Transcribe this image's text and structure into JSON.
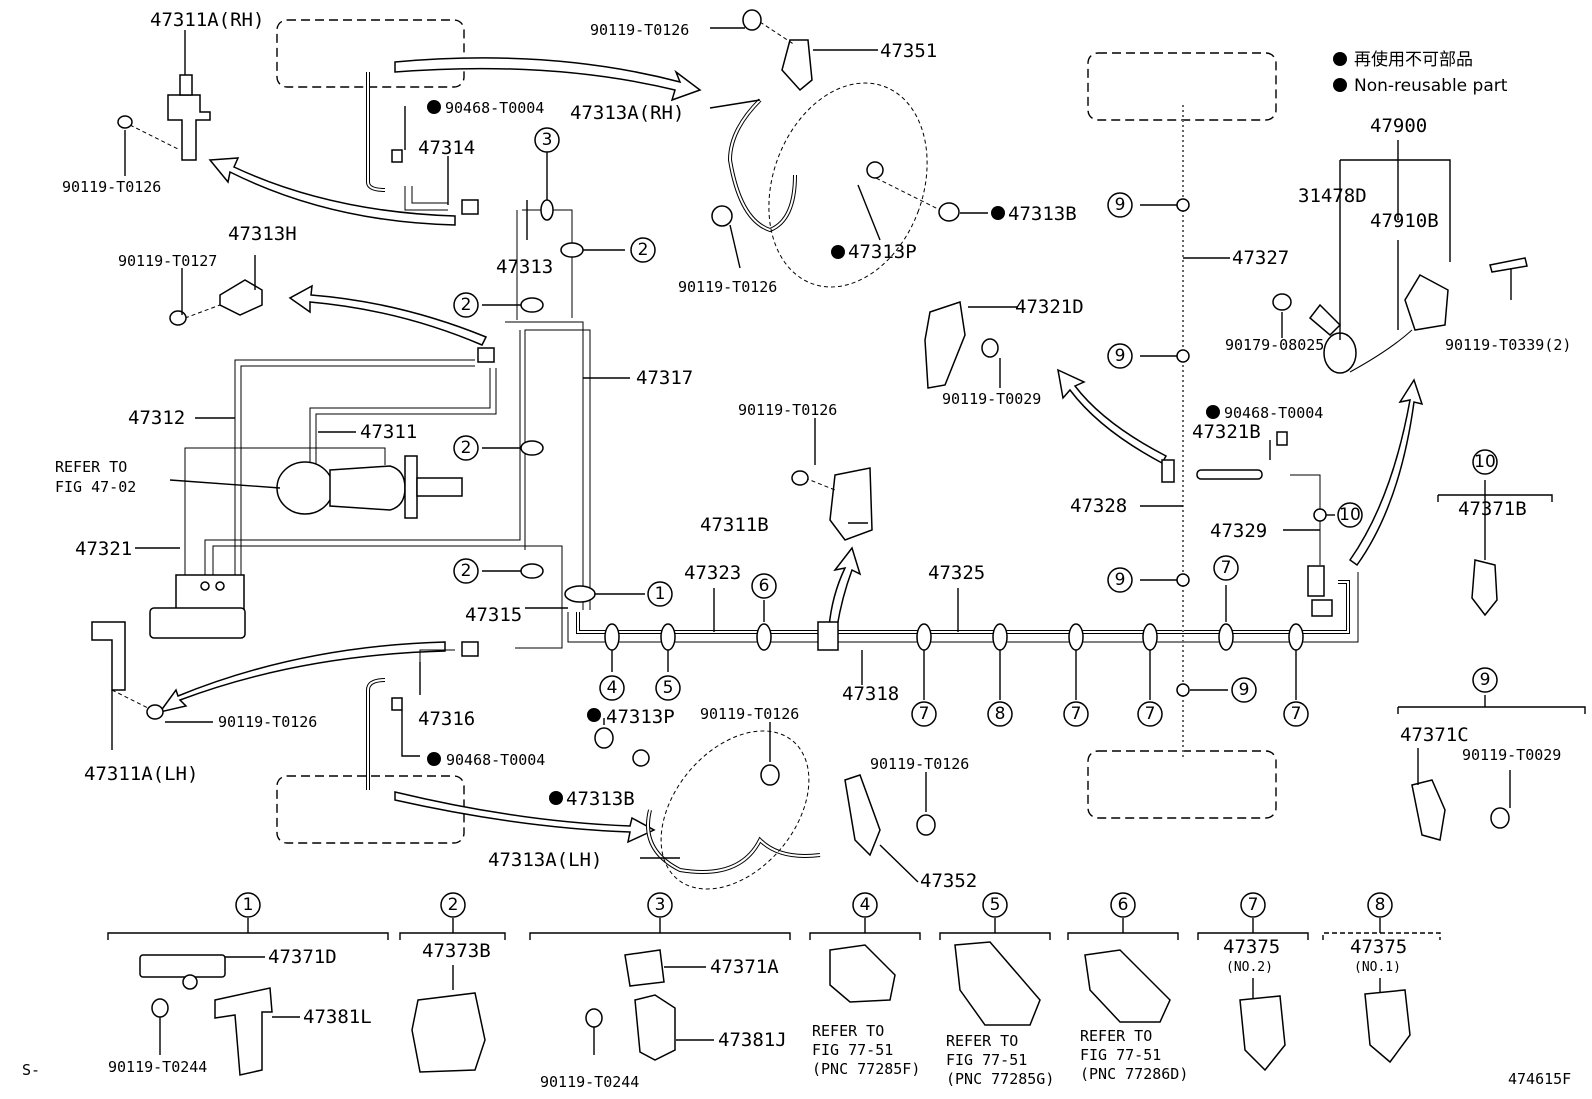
{
  "diagram_id": "474615F",
  "corner_mark": "S-",
  "legend": {
    "jp": "再使用不可部品",
    "en": "Non-reusable part"
  },
  "labels": {
    "p47311A_RH": "47311A(RH)",
    "p90119_T0126_a": "90119-T0126",
    "p47351": "47351",
    "p90119_T0126_b": "90119-T0126",
    "p90468_T0004_a": "90468-T0004",
    "p47313A_RH": "47313A(RH)",
    "p47314": "47314",
    "p47313B_a": "47313B",
    "p47313P_a": "47313P",
    "p90119_T0126_c": "90119-T0126",
    "p47313H": "47313H",
    "p90119_T0127": "90119-T0127",
    "p47313": "47313",
    "p47317": "47317",
    "p47312": "47312",
    "p47311": "47311",
    "refer_fig4702": "REFER TO\nFIG 47-02",
    "p47321": "47321",
    "p47315": "47315",
    "p47311A_LH": "47311A(LH)",
    "p90119_T0126_d": "90119-T0126",
    "p47316": "47316",
    "p90468_T0004_b": "90468-T0004",
    "p47313P_b": "47313P",
    "p90119_T0126_e": "90119-T0126",
    "p47313B_b": "47313B",
    "p47313A_LH": "47313A(LH)",
    "p90119_T0126_f": "90119-T0126",
    "p47352": "47352",
    "p90119_T0126_g": "90119-T0126",
    "p47311B": "47311B",
    "p47323": "47323",
    "p47325": "47325",
    "p47318": "47318",
    "p47321D": "47321D",
    "p90119_T0029_a": "90119-T0029",
    "p47327": "47327",
    "p90468_T0004_c": "90468-T0004",
    "p47321B": "47321B",
    "p47328": "47328",
    "p47329": "47329",
    "p47900": "47900",
    "p31478D": "31478D",
    "p47910B": "47910B",
    "p90179_08025": "90179-08025",
    "p90119_T0339": "90119-T0339(2)",
    "p47371B": "47371B",
    "p47371C": "47371C",
    "p90119_T0029_b": "90119-T0029"
  },
  "callouts": [
    "1",
    "2",
    "3",
    "4",
    "5",
    "6",
    "7",
    "8",
    "9",
    "10"
  ],
  "kits": [
    {
      "num": "1",
      "parts": [
        "47371D",
        "47381L",
        "90119-T0244"
      ]
    },
    {
      "num": "2",
      "parts": [
        "47373B"
      ]
    },
    {
      "num": "3",
      "parts": [
        "47371A",
        "47381J",
        "90119-T0244"
      ]
    },
    {
      "num": "4",
      "refer": [
        "REFER TO",
        "FIG 77-51",
        "(PNC 77285F)"
      ]
    },
    {
      "num": "5",
      "refer": [
        "REFER TO",
        "FIG 77-51",
        "(PNC 77285G)"
      ]
    },
    {
      "num": "6",
      "refer": [
        "REFER TO",
        "FIG 77-51",
        "(PNC 77286D)"
      ]
    },
    {
      "num": "7",
      "parts": [
        "47375",
        "(NO.2)"
      ]
    },
    {
      "num": "8",
      "parts": [
        "47375",
        "(NO.1)"
      ]
    }
  ]
}
